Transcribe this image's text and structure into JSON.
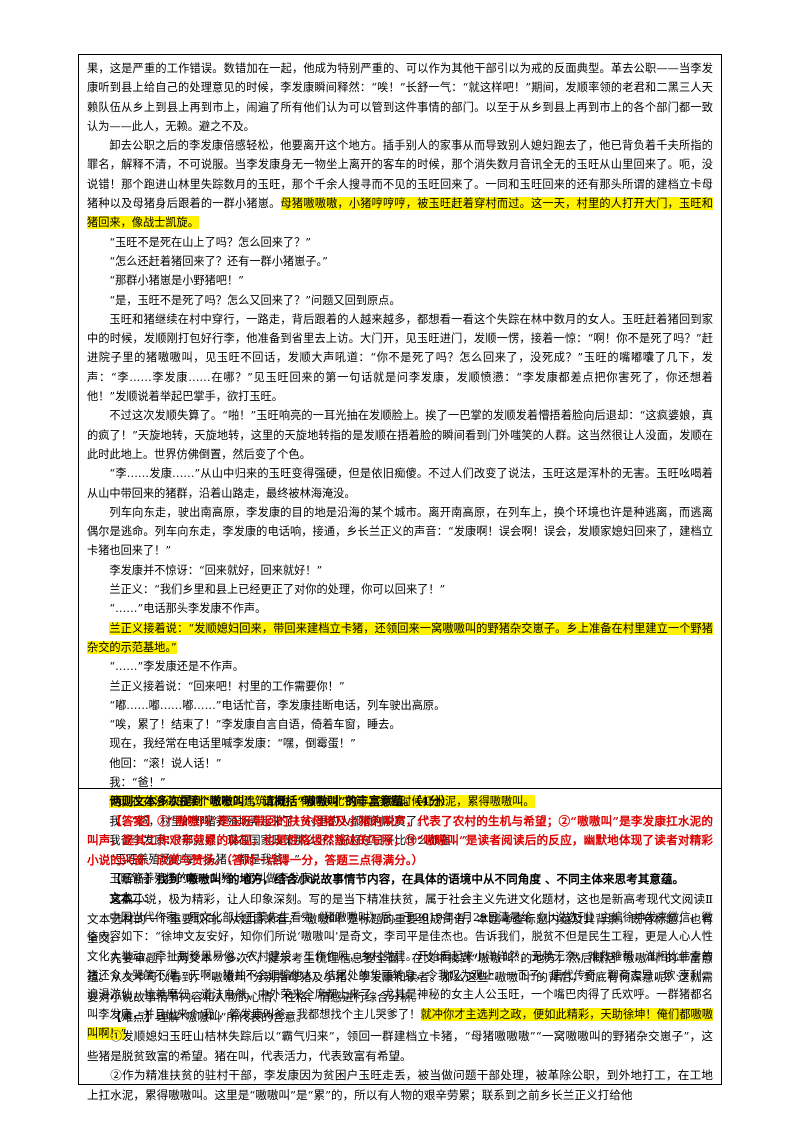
{
  "text1": {
    "p01": "果，这是严重的工作错误。数错加在一起，他成为特别严重的、可以作为其他干部引以为戒的反面典型。革去公职——当李发康听到县上给自己的处理意见的时候，李发康瞬间释然：“唉！”长舒一气：“就这样吧！”期间，发顺率领的老君和二黑三人天赖队伍从乡上到县上再到市上，闹遍了所有他们认为可以管到这件事情的部门。以至于从乡到县上再到市上的各个部门都一致认为——此人，无赖。避之不及。",
    "p02_a": "卸去公职之后的李发康倍感轻松，他要离开这个地方。插手别人的家事从而导致别人媳妇跑去了，他已背负着千夫所指的罪名，解释不清，不可说服。当李发康身无一物坐上离开的客车的时候，那个消失数月音讯全无的玉旺从山里回来了。呃，没说错！那个跑进山林里失踪数月的玉旺，那个千余人搜寻而不见的玉旺回来了。一同和玉旺回来的还有那头所谓的建档立卡母猪种以及母猪身后跟着的一群小猪崽。",
    "p02_hl": "母猪嗷嗷嗷，小猪哼哼哼，被玉旺赶着穿村而过。这一天，村里的人打开大门，玉旺和猪回来，像战士凯旋。",
    "p03": "“玉旺不是死在山上了吗？怎么回来了？”",
    "p04": "“怎么还赶着猪回来了？还有一群小猪崽子。”",
    "p05": "“那群小猪崽是小野猪吧！”",
    "p06": "“是，玉旺不是死了吗？怎么又回来了？”问题又回到原点。",
    "p07": "玉旺和猪继续在村中穿行，一路走，背后跟着的人越来越多，都想看一看这个失踪在林中数月的女人。玉旺赶着猪回到家中的时候，发顺刚打包好行李，他准备到省里去上访。大门开，见玉旺进门，发顺一愣，接着一惊：“啊！你不是死了吗？”赶进院子里的猪嗷嗷叫，见玉旺不回话，发顺大声吼道：“你不是死了吗？怎么回来了，没死成？”玉旺的嘴嘟囔了几下，发声：“李……李发康……在哪？”见玉旺回来的第一句话就是问李发康，发顺愤懑：“李发康都差点把你害死了，你还想着他！”发顺说着举起巴掌手，欲打玉旺。",
    "p08": "不过这次发顺失算了。“啪！”玉旺响亮的一耳光抽在发顺脸上。挨了一巴掌的发顺发着懵捂着脸向后退却：“这疯婆娘，真的疯了！”天旋地转，天旋地转，这里的天旋地转指的是发顺在捂着脸的瞬间看到门外嗤笑的人群。这当然很让人没面，发顺在此时此地上。世界仿佛倒置，然后变了个色。",
    "p09": "“李……发康……”从山中归来的玉旺变得强硬，但是依旧痴傻。不过人们改变了说法，玉旺这是浑朴的无害。玉旺吆喝着从山中带回来的猪群，沿着山路走，最终被林海淹没。",
    "p10": "列车向东走，驶出南高原，李发康的目的地是沿海的某个城市。离开南高原，在列车上，换个环境也许是种逃离，而逃离偶尔是逃命。列车向东走，李发康的电话响，接通，乡长兰正义的声音：“发康啊！误会啊！误会，发顺家媳妇回来了，建档立卡猪也回来了！”",
    "p11": "李发康并不惊讶：“回来就好，回来就好！”",
    "p12": "兰正义：“我们乡里和县上已经更正了对你的处理，你可以回来了！”",
    "p13": "“……”电话那头李发康不作声。",
    "p14_hl": "兰正义接着说：“发顺媳妇回来，带回来建档立卡猪，还领回来一窝嗷嗷叫的野猪杂交崽子。乡上准备在村里建立一个野猪杂交的示范基地。”",
    "p15": "“……”李发康还是不作声。",
    "p16": "兰正义接着说：“回来吧！村里的工作需要你！”",
    "p17": "“嘟……嘟……嘟……”电话忙音，李发康挂断电话，列车驶出高原。",
    "p18": "“唉，累了！结束了！”李发康自言自语，倚着车窗，睡去。",
    "p19": "现在，我经常在电话里喊李发康：“嘿，倒霉蛋！”",
    "p20": "他回：“滚！说人话！”",
    "p21": "我：“爸！”",
    "p22_hl": "他现在在沿海的某个城市的建筑工地，有时候扎钢筋，多数时候扛水泥，累得嗷嗷叫。",
    "p23": "我：“爸，村里的野猪养殖场弄起来了！村里的人都顺利脱贫了。”",
    "p24": "我爸李发康：“那就好，现在国家政策那么好，好好过日子比什么都强！”",
    "p25": "“玉旺养殖场的每一头猪，都是我爸！”",
    "p26": "玉旺管养殖场的每一头猪，都叫做李发康。"
  },
  "text2": {
    "title": "文本二：",
    "p_a": "中国当代作家、原文化部长王蒙先生看完《猪嗷嗷叫》后，于2019年4月29日清晨给《小说选刊》主编徐坤发来微信。微信内容如下：“徐坤文友安好，知你们所说‘嗷嗷叫’是奇文，李司平是佳杰也。告诉我们，脱贫不但是民生工程，更是人心人性文化大举动，牵扯到移风易俗，农村建设，工作作风，乡村党建。开始看起来小洋洋然，无赖无奈，难救难帮，洋相比伟幸的猪还令人哭笑不得。天啊。猪并不会诓骗他人。结尾处的华丽转身，令我叹为观止。一下子，唐代传奇，聊斋志异，欧·亨利，浪漫游仙，拉美魔幻，道法自然，中外荣来全席都上来了。尤其是神秘的女主人公玉旺，一个嘴巴肉得了氏欢呼。一群猪都名叫李发康，并且出来个‘我’，管发康叫爸。我都想找个主儿哭爹了！",
    "p_hl": "就冲你才主选判之政，便如此精彩，天助徐坤！俺们都嗷嗷叫啊！”"
  },
  "qa": {
    "question": "两则文本多次提到“嗷嗷叫”，请概括“嗷嗷叫”的丰富意蕴。（4分）",
    "answer_label": "【答案】",
    "answer_text": "①“嗷嗷叫”是玉旺带回的扶贫母猪及小猪的叫声，代表了农村的生机与希望；②“嗷嗷叫”是李发康扛水泥的叫声，是其工作艰辛劳累的体现，也是性格坦然豁达的写照；③“嗷嗷叫”是读者阅读后的反应，幽默地体现了读者对精彩小说的兴奋、欣赏与赞扬。（答对一点得一分，答题三点得满分。）",
    "analysis_label": "【解析】",
    "analysis_text": "找到“嗷嗷叫”的地方，结合小说故事情节内容，在具体的语境中从不同角度 、不同主体来思考其意蕴。",
    "ex1": "这篇小说，极为精彩，让人印象深刻。写的是当下精准扶贫，属于社会主义先进文化题材，这也是新高考现代文阅读Ⅱ文本选材的一个重要取向。从题目来看，“嗷嗷叫”是标题的重要组成词语，本题考查标题内蕴及其背景，既有标题，也有全文。",
    "ex2": "先要审题，“两文本”“多次”，提示考生梳理信息要全面，在文中找到“嗷嗷叫”的地方，然后概括“嗷嗷叫”的丰富意蕴。从文中可以看到，“嗷嗷叫”分别指母猪及小猪、李发康和读者。那么这些“嗷嗷叫”的背后，到底有何深意呢？这就需要对小说故事情节内容和人物的心情、性格、情感进行综合分析。",
    "difficulty_label": "【难点】",
    "difficulty_text": "理解“嗷嗷叫”所代表的含意。",
    "ex3": "①发顺媳妇玉旺山桔林失踪后以“霸气归来”，领回一群建档立卡猪，“母猪嗷嗷嗷”“一窝嗷嗷叫的野猪杂交崽子”，这些猪是脱贫致富的希望。猪在叫，代表活力，代表致富有希望。",
    "ex4": "②作为精准扶贫的驻村干部，李发康因为贫困户玉旺走丢，被当做问题干部处理，被革除公职，到外地打工，在工地上扛水泥，累得嗷嗷叫。这里是“嗷嗷叫”是“累”的，所以有人物的艰辛劳累；联系到之前乡长兰正义打给他"
  }
}
